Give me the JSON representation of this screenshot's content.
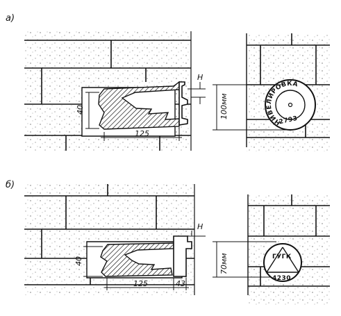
{
  "figure_a": {
    "label": "а)",
    "dim_height": "40",
    "dim_length": "125",
    "marker_h": "Н",
    "dim_vertical": "100мм",
    "ring_text": "НИВЕЛИРОВКА",
    "number": "2793"
  },
  "figure_b": {
    "label": "б)",
    "dim_height": "40",
    "dim_length": "125",
    "dim_tail": "43",
    "marker_h": "Н",
    "dim_vertical": "70мм",
    "plaque_title": "ГУГК",
    "number": "4230"
  }
}
